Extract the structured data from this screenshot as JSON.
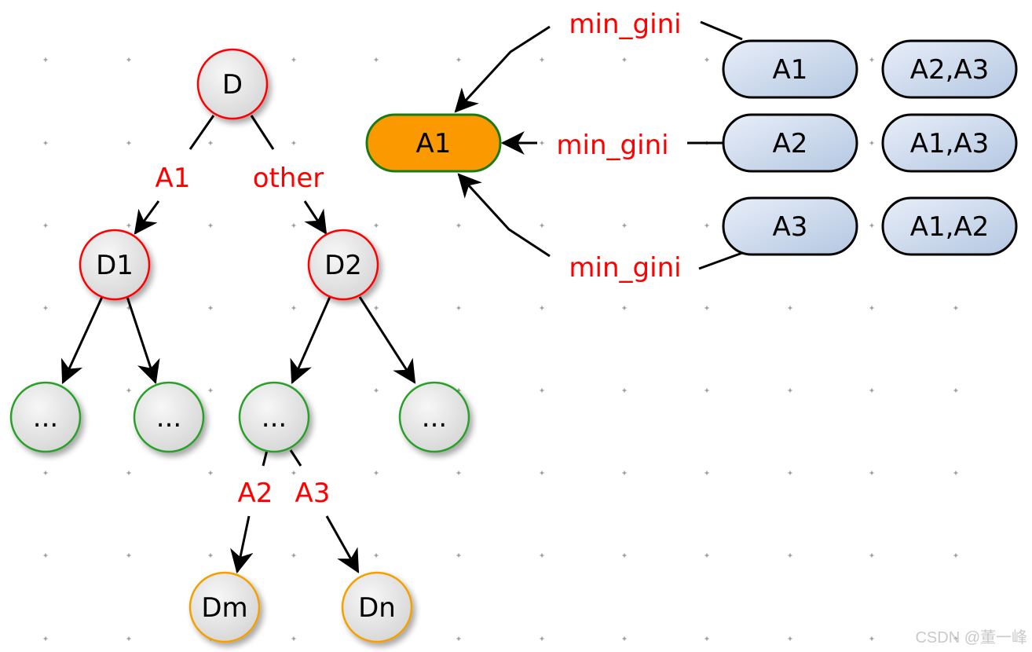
{
  "diagram": {
    "title": "CART decision tree split with Gini index",
    "tree": {
      "nodes": [
        {
          "id": "D",
          "label": "D",
          "type": "split"
        },
        {
          "id": "D1",
          "label": "D1",
          "type": "split"
        },
        {
          "id": "D2",
          "label": "D2",
          "type": "split"
        },
        {
          "id": "L1",
          "label": "...",
          "type": "child"
        },
        {
          "id": "L2",
          "label": "...",
          "type": "child"
        },
        {
          "id": "L3",
          "label": "...",
          "type": "child"
        },
        {
          "id": "L4",
          "label": "...",
          "type": "child"
        },
        {
          "id": "Dm",
          "label": "Dm",
          "type": "result"
        },
        {
          "id": "Dn",
          "label": "Dn",
          "type": "result"
        }
      ],
      "edges": [
        {
          "from": "D",
          "to": "D1",
          "label": "A1"
        },
        {
          "from": "D",
          "to": "D2",
          "label": "other"
        },
        {
          "from": "D1",
          "to": "L1",
          "label": ""
        },
        {
          "from": "D1",
          "to": "L2",
          "label": ""
        },
        {
          "from": "D2",
          "to": "L3",
          "label": ""
        },
        {
          "from": "D2",
          "to": "L4",
          "label": ""
        },
        {
          "from": "L3",
          "to": "Dm",
          "label": "A2"
        },
        {
          "from": "L3",
          "to": "Dn",
          "label": "A3"
        }
      ]
    },
    "selection": {
      "chosen": {
        "id": "chosen",
        "label": "A1"
      },
      "candidates": [
        {
          "id": "c1",
          "left": "A1",
          "right": "A2,A3",
          "edge_label": "min_gini"
        },
        {
          "id": "c2",
          "left": "A2",
          "right": "A1,A3",
          "edge_label": "min_gini"
        },
        {
          "id": "c3",
          "left": "A3",
          "right": "A1,A2",
          "edge_label": "min_gini"
        }
      ]
    },
    "colors": {
      "split_border": "#ff0000",
      "child_border": "#2ca02c",
      "result_border": "#f59f00",
      "chosen_fill": "#fb9a00",
      "chosen_border": "#1b7a12",
      "pill_fill_start": "#e6ecf6",
      "pill_fill_end": "#b7c9e3",
      "edge_label": "#ff0000",
      "grid": "#8a8a8a"
    }
  },
  "watermark": "CSDN @董一峰"
}
